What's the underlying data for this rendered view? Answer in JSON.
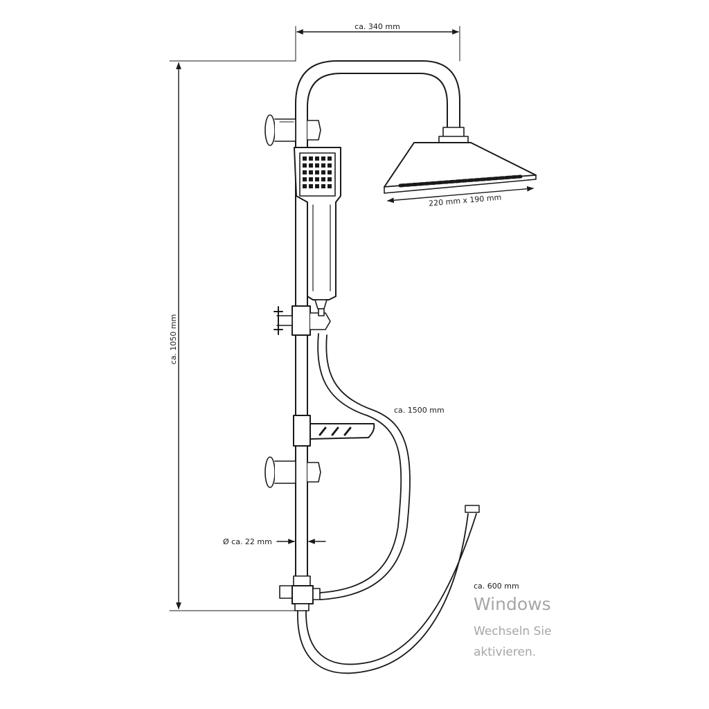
{
  "dimensions": {
    "width_top": "ca. 340 mm",
    "height_total": "ca. 1050 mm",
    "head_size": "220 mm x 190 mm",
    "hose_long": "ca. 1500 mm",
    "hose_short": "ca. 600 mm",
    "diameter": "Ø ca. 22 mm"
  },
  "watermark": {
    "title": "Windows",
    "line1": "Wechseln Sie",
    "line2": "aktivieren."
  },
  "colors": {
    "line": "#1a1a1a",
    "watermark": "#a6a6a6",
    "background": "#ffffff"
  }
}
